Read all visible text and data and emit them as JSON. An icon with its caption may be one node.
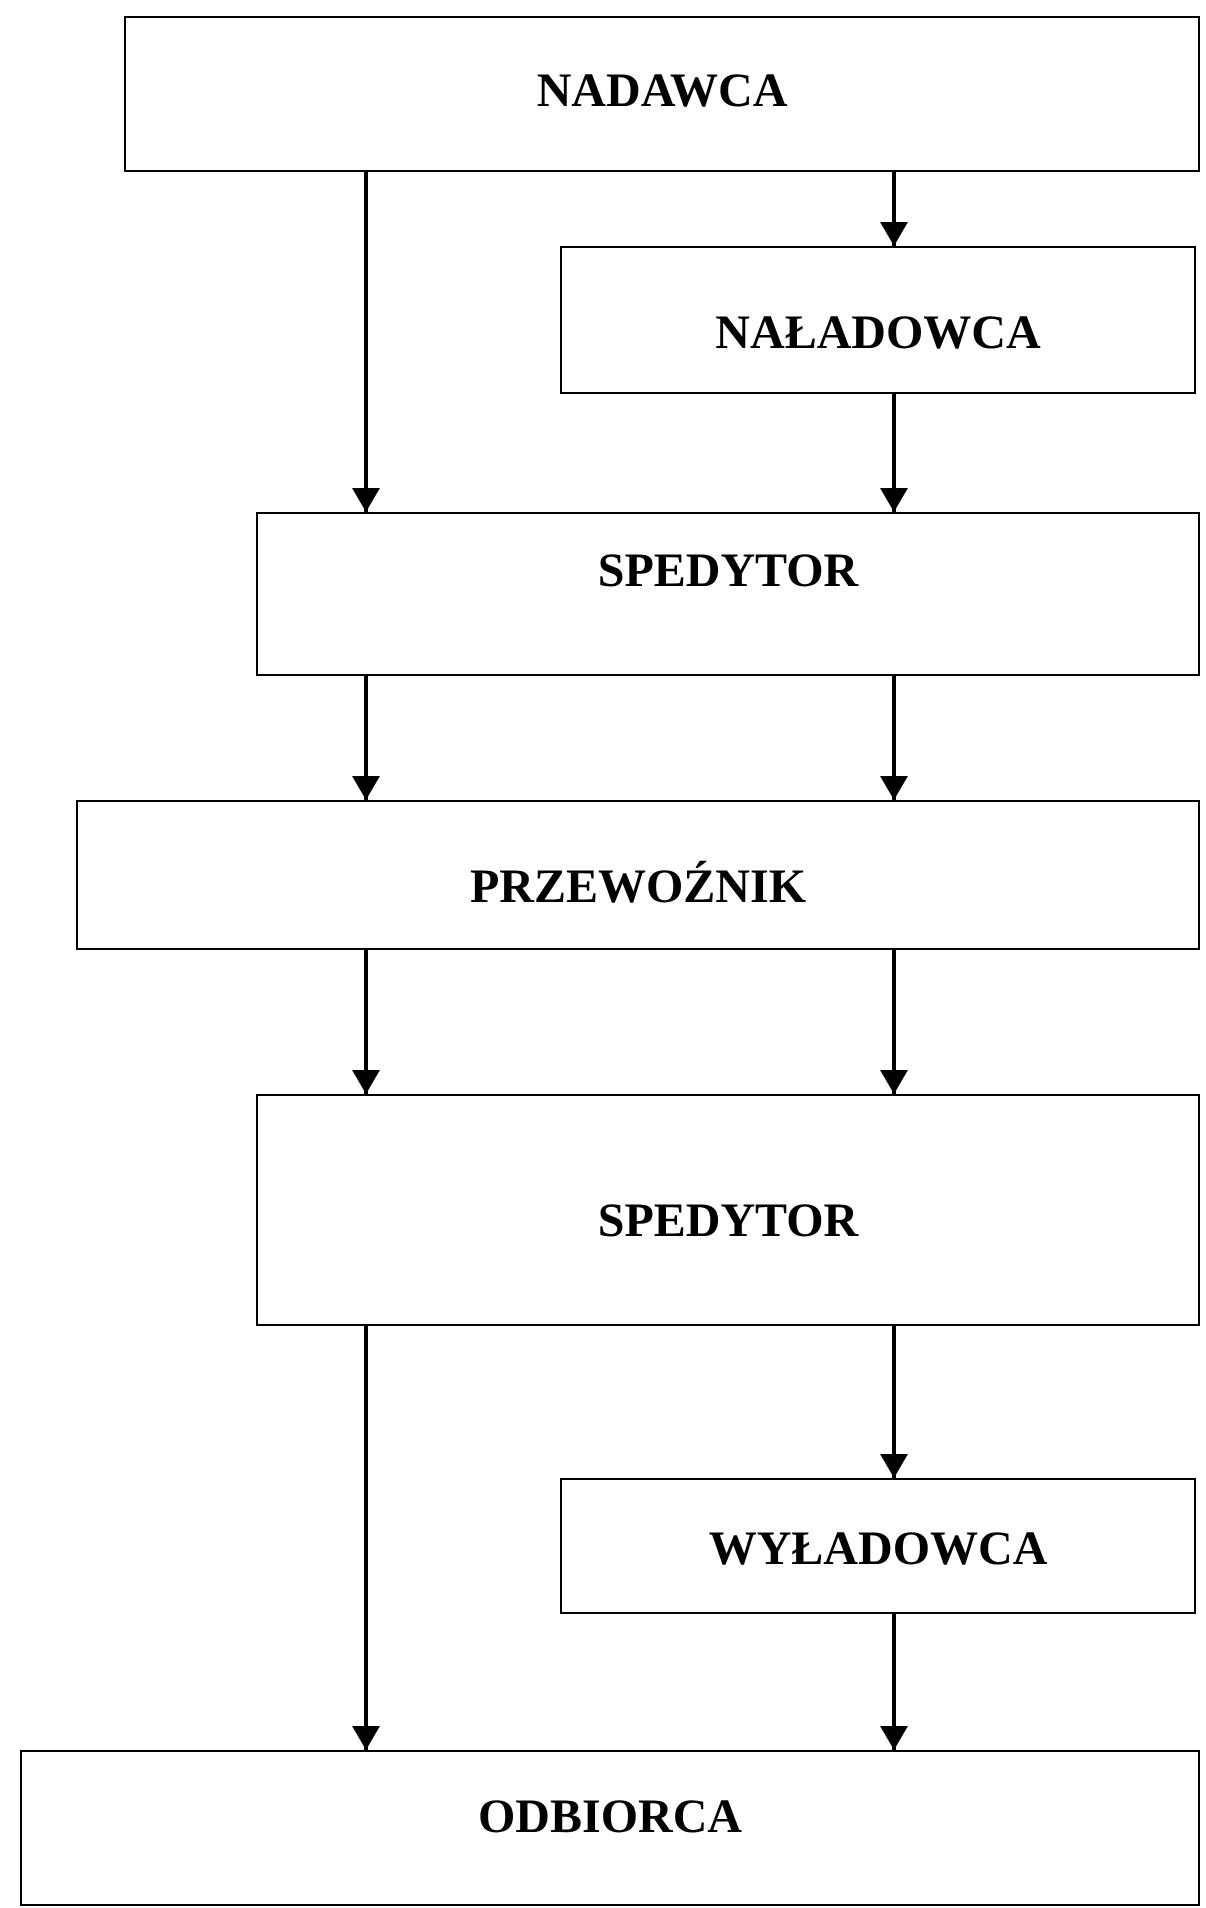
{
  "diagram": {
    "nodes": [
      {
        "text": [
          "NADAWCA"
        ]
      },
      {
        "text": [
          "NAŁADOWCA"
        ]
      },
      {
        "text": [
          "SPEDYTOR"
        ]
      },
      {
        "text": [
          "PRZEWOŹNIK"
        ]
      },
      {
        "text": [
          "SPEDYTOR"
        ]
      },
      {
        "text": [
          "WYŁADOWCA"
        ]
      },
      {
        "text": [
          "ODBIORCA"
        ]
      }
    ],
    "edges": [
      {
        "from": 0,
        "to": 2,
        "arrow": "to"
      },
      {
        "from": 0,
        "to": 1,
        "arrow": "to"
      },
      {
        "from": 1,
        "to": 2,
        "arrow": "to"
      },
      {
        "from": 2,
        "to": 3,
        "arrow": "to"
      },
      {
        "from": 2,
        "to": 3,
        "arrow": "to"
      },
      {
        "from": 3,
        "to": 4,
        "arrow": "to"
      },
      {
        "from": 3,
        "to": 4,
        "arrow": "to"
      },
      {
        "from": 4,
        "to": 6,
        "arrow": "to"
      },
      {
        "from": 4,
        "to": 5,
        "arrow": "to"
      },
      {
        "from": 5,
        "to": 6,
        "arrow": "to"
      }
    ]
  }
}
